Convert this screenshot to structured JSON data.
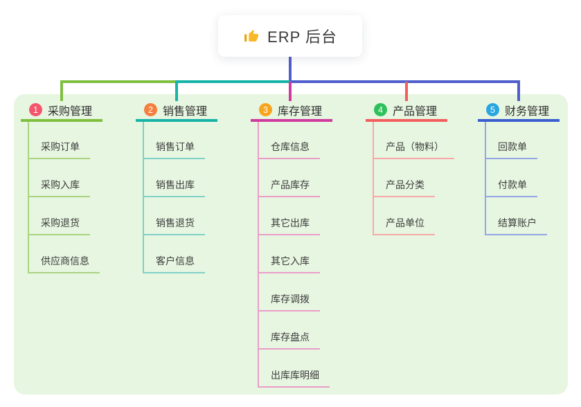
{
  "title": {
    "label": "ERP 后台",
    "icon": "thumbs-up-icon"
  },
  "canvas": {
    "background": "#ffffff",
    "panel_background": "#e7f6e1"
  },
  "connector": {
    "root_color": "#4f5ecb"
  },
  "branches": [
    {
      "badge": "1",
      "badge_color": "#f4566d",
      "label": "采购管理",
      "line_color": "#7fbf3f",
      "child_line_color": "#a9d37f",
      "children": [
        "采购订单",
        "采购入库",
        "采购退货",
        "供应商信息"
      ]
    },
    {
      "badge": "2",
      "badge_color": "#f57f3e",
      "label": "销售管理",
      "line_color": "#17b3a6",
      "child_line_color": "#7fd0c7",
      "children": [
        "销售订单",
        "销售出库",
        "销售退货",
        "客户信息"
      ]
    },
    {
      "badge": "3",
      "badge_color": "#f7a41d",
      "label": "库存管理",
      "line_color": "#d03a9e",
      "child_line_color": "#ea9cc9",
      "children": [
        "仓库信息",
        "产品库存",
        "其它出库",
        "其它入库",
        "库存调拨",
        "库存盘点",
        "出库库明细"
      ]
    },
    {
      "badge": "4",
      "badge_color": "#2ec05a",
      "label": "产品管理",
      "line_color": "#f25e5e",
      "child_line_color": "#f7a8a8",
      "children": [
        "产品（物料）",
        "产品分类",
        "产品单位"
      ]
    },
    {
      "badge": "5",
      "badge_color": "#2aa6e0",
      "label": "财务管理",
      "line_color": "#3a5ecf",
      "child_line_color": "#93a6e4",
      "children": [
        "回款单",
        "付款单",
        "结算账户"
      ]
    }
  ]
}
